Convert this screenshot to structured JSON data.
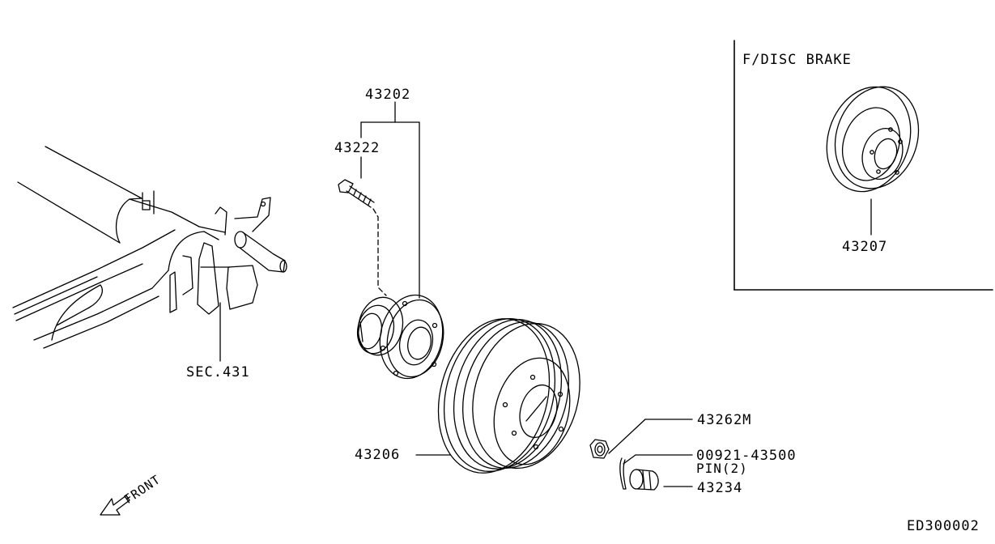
{
  "inset": {
    "title": "F/DISC BRAKE",
    "part_number": "43207"
  },
  "labels": {
    "hub_assembly": "43202",
    "hub_bolt": "43222",
    "section_ref": "SEC.431",
    "brake_drum": "43206",
    "nut": "43262M",
    "cotter_pin_number": "00921-43500",
    "cotter_pin_desc": "PIN(2)",
    "cap": "43234",
    "front_indicator": "FRONT",
    "diagram_code": "ED300002"
  }
}
